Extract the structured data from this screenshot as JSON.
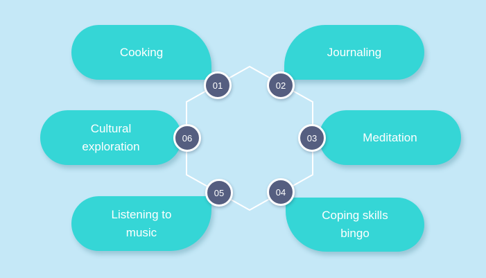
{
  "colors": {
    "background": "#c5e8f7",
    "pill": "#35d6d6",
    "badge": "#555e80",
    "line": "#ffffff"
  },
  "items": [
    {
      "number": "01",
      "label": "Cooking"
    },
    {
      "number": "02",
      "label": "Journaling"
    },
    {
      "number": "03",
      "label": "Meditation"
    },
    {
      "number": "04",
      "label": "Coping skills\nbingo"
    },
    {
      "number": "05",
      "label": "Listening to\nmusic"
    },
    {
      "number": "06",
      "label": "Cultural\nexploration"
    }
  ]
}
